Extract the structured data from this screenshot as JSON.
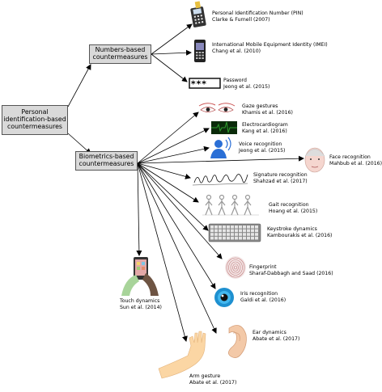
{
  "root": {
    "lines": [
      "Personal",
      "identification-based",
      "countermeasures"
    ]
  },
  "numbers": {
    "lines": [
      "Numbers-based",
      "countermeasures"
    ]
  },
  "biometrics": {
    "lines": [
      "Biometrics-based",
      "countermeasures"
    ]
  },
  "items": {
    "pin": {
      "title": "Personal Identification Number (PIN)",
      "ref": "Clarke & Furnell (2007)"
    },
    "imei": {
      "title": "International Mobile Equipment Identity (IMEI)",
      "ref": "Chang et al. (2010)"
    },
    "password": {
      "title": "Password",
      "ref": "Jeong et al. (2015)"
    },
    "gaze": {
      "title": "Gaze gestures",
      "ref": "Khamis et al. (2016)"
    },
    "ecg": {
      "title": "Electrocardiogram",
      "ref": "Kang et al. (2016)"
    },
    "voice": {
      "title": "Voice recognition",
      "ref": "Jeong et al. (2015)"
    },
    "face": {
      "title": "Face recognition",
      "ref": "Mahbub et al. (2016)"
    },
    "signature": {
      "title": "Signature recognition",
      "ref": "Shahzad et al. (2017)"
    },
    "gait": {
      "title": "Gait recognition",
      "ref": "Hoang et al. (2015)"
    },
    "keystroke": {
      "title": "Keystroke dynamics",
      "ref": "Kambourakis et al. (2016)"
    },
    "fingerprint": {
      "title": "Fingerprint",
      "ref": "Sharaf-Dabbagh and Saad (2016)"
    },
    "iris": {
      "title": "Iris recognition",
      "ref": "Galdi et al. (2016)"
    },
    "touch": {
      "title": "Touch dynamics",
      "ref": "Sun et al. (2014)"
    },
    "ear": {
      "title": "Ear dynamics",
      "ref": "Abate et al. (2017)"
    },
    "arm": {
      "title": "Arm gesture",
      "ref": "Abate et al. (2017)"
    }
  },
  "colors": {
    "box_fill": "#d9d9d9",
    "arrow": "#000000",
    "iris": "#1e90d0",
    "ecg": "#2e9e2e",
    "voice": "#2a6fd6"
  }
}
